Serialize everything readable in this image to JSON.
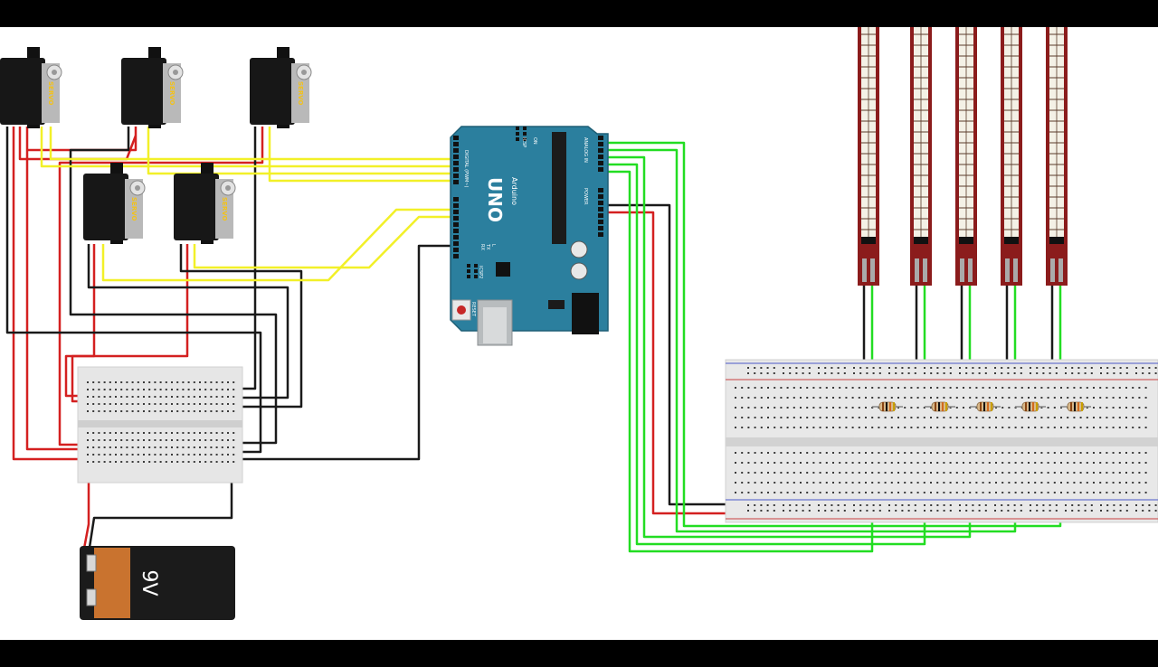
{
  "colors": {
    "background": "#000000",
    "canvas": "#ffffff",
    "wire_power": "#d42020",
    "wire_ground": "#1a1a1a",
    "wire_signal_servo": "#f2f028",
    "wire_signal_sensor": "#22dd22",
    "arduino_board": "#2b7f9e",
    "flex_sensor": "#8b1c1c",
    "battery_body": "#c9732f"
  },
  "servos": [
    {
      "label": "SERVO"
    },
    {
      "label": "SERVO"
    },
    {
      "label": "SERVO"
    },
    {
      "label": "SERVO"
    },
    {
      "label": "SERVO"
    }
  ],
  "arduino": {
    "brand": "UNO",
    "sub": "Arduino",
    "reset": "RESET",
    "icsp": "ICSP",
    "icsp2": "ICSP2",
    "on": "ON",
    "tx": "TX",
    "rx": "RX",
    "l": "L",
    "digital": "DIGITAL (PWM~)",
    "analog": "ANALOG IN",
    "power": "POWER"
  },
  "battery": {
    "label": "9V"
  },
  "flex_sensors": [
    {
      "id": "flex-1"
    },
    {
      "id": "flex-2"
    },
    {
      "id": "flex-3"
    },
    {
      "id": "flex-4"
    },
    {
      "id": "flex-5"
    }
  ],
  "resistors": [
    {
      "id": "r1"
    },
    {
      "id": "r2"
    },
    {
      "id": "r3"
    },
    {
      "id": "r4"
    },
    {
      "id": "r5"
    }
  ]
}
